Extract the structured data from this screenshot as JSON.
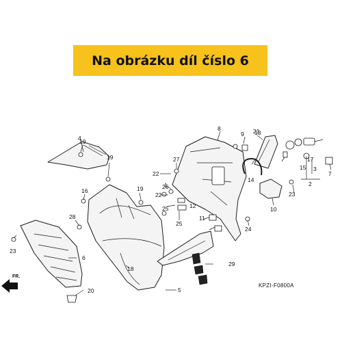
{
  "banner": {
    "text": "Na obrázku díl číslo 6"
  },
  "callouts": [
    {
      "id": "c1",
      "text": "1"
    },
    {
      "id": "c2",
      "text": "2"
    },
    {
      "id": "c3",
      "text": "3"
    },
    {
      "id": "c4",
      "text": "4"
    },
    {
      "id": "c5",
      "text": "5"
    },
    {
      "id": "c6",
      "text": "6"
    },
    {
      "id": "c7",
      "text": "7"
    },
    {
      "id": "c8",
      "text": "8"
    },
    {
      "id": "c9",
      "text": "9"
    },
    {
      "id": "c10",
      "text": "10"
    },
    {
      "id": "c11",
      "text": "11"
    },
    {
      "id": "c12",
      "text": "12"
    },
    {
      "id": "c13",
      "text": "13"
    },
    {
      "id": "c14",
      "text": "14"
    },
    {
      "id": "c15",
      "text": "15"
    },
    {
      "id": "c16",
      "text": "16"
    },
    {
      "id": "c17",
      "text": "17"
    },
    {
      "id": "c18",
      "text": "18"
    },
    {
      "id": "c19a",
      "text": "19"
    },
    {
      "id": "c19b",
      "text": "19"
    },
    {
      "id": "c19c",
      "text": "19"
    },
    {
      "id": "c20",
      "text": "20"
    },
    {
      "id": "c21",
      "text": "21"
    },
    {
      "id": "c22a",
      "text": "22"
    },
    {
      "id": "c22b",
      "text": "22"
    },
    {
      "id": "c23a",
      "text": "23"
    },
    {
      "id": "c23b",
      "text": "23"
    },
    {
      "id": "c24",
      "text": "24"
    },
    {
      "id": "c25a",
      "text": "25"
    },
    {
      "id": "c25b",
      "text": "25"
    },
    {
      "id": "c26",
      "text": "26"
    },
    {
      "id": "c27",
      "text": "27"
    },
    {
      "id": "c28",
      "text": "28"
    },
    {
      "id": "c29",
      "text": "29"
    }
  ],
  "front_arrow": {
    "text": "FR."
  },
  "diagram_code": {
    "text": "KPZI-F0800A"
  }
}
